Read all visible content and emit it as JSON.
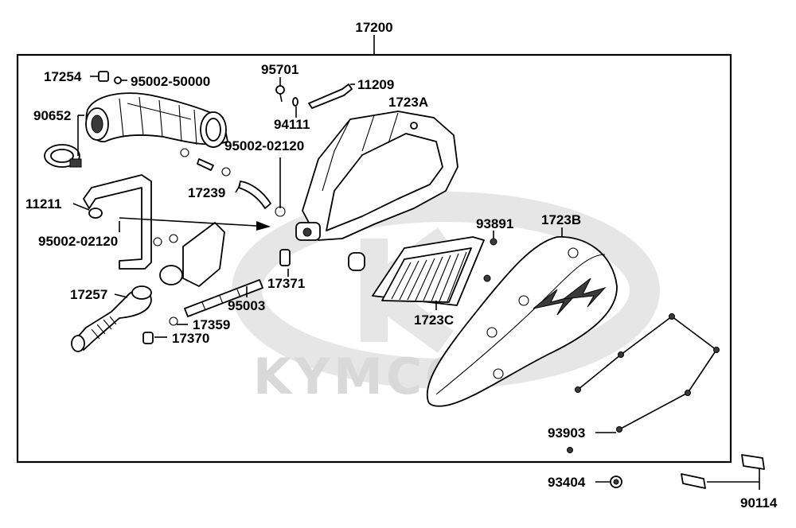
{
  "watermark": {
    "brand": "KYMCO"
  },
  "assembly": {
    "part_number": "17200"
  },
  "parts": [
    {
      "id": "p17254",
      "number": "17254"
    },
    {
      "id": "p95002_50000",
      "number": "95002-50000"
    },
    {
      "id": "p90652",
      "number": "90652"
    },
    {
      "id": "p95701",
      "number": "95701"
    },
    {
      "id": "p11209",
      "number": "11209"
    },
    {
      "id": "p1723A",
      "number": "1723A"
    },
    {
      "id": "p94111",
      "number": "94111"
    },
    {
      "id": "p95002_02120_a",
      "number": "95002-02120"
    },
    {
      "id": "p17239",
      "number": "17239"
    },
    {
      "id": "p11211",
      "number": "11211"
    },
    {
      "id": "p95002_02120_b",
      "number": "95002-02120"
    },
    {
      "id": "p93891",
      "number": "93891"
    },
    {
      "id": "p1723B",
      "number": "1723B"
    },
    {
      "id": "p17257",
      "number": "17257"
    },
    {
      "id": "p17371",
      "number": "17371"
    },
    {
      "id": "p95003",
      "number": "95003"
    },
    {
      "id": "p1723C",
      "number": "1723C"
    },
    {
      "id": "p17359",
      "number": "17359"
    },
    {
      "id": "p17370",
      "number": "17370"
    },
    {
      "id": "p93903",
      "number": "93903"
    },
    {
      "id": "p93404",
      "number": "93404"
    },
    {
      "id": "p90114",
      "number": "90114"
    }
  ]
}
